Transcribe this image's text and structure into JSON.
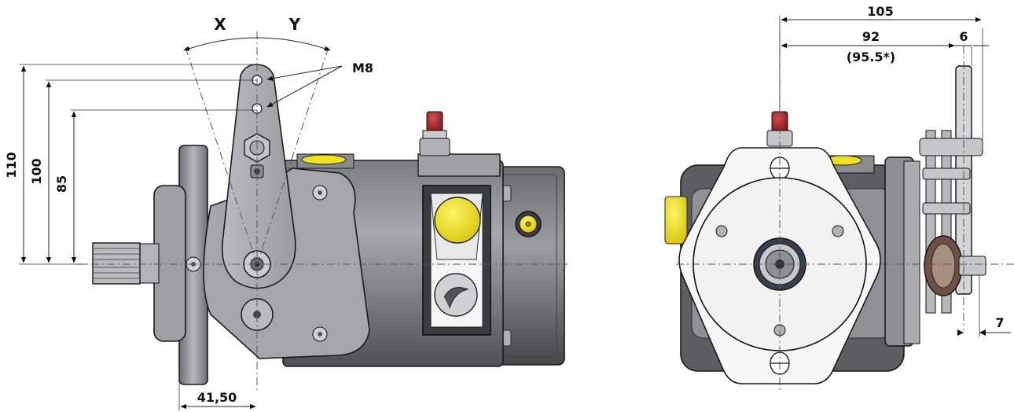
{
  "left_view": {
    "angle_labels": {
      "x": "X",
      "y": "Y"
    },
    "thread_label": "M8",
    "vertical_dims": [
      "110",
      "100",
      "85"
    ],
    "bottom_dim": "41,50"
  },
  "right_view": {
    "top_dim": "105",
    "mid_dim": "92",
    "mid_dim_alt": "(95.5*)",
    "small_dim_top": "6",
    "small_dim_bottom": "7"
  },
  "colors": {
    "metal_dark": "#5f6166",
    "metal_mid": "#8c8e93",
    "metal_light": "#c4c6ca",
    "plate": "#f4f4f4",
    "yellow": "#f2e21a",
    "red": "#a8242a"
  }
}
